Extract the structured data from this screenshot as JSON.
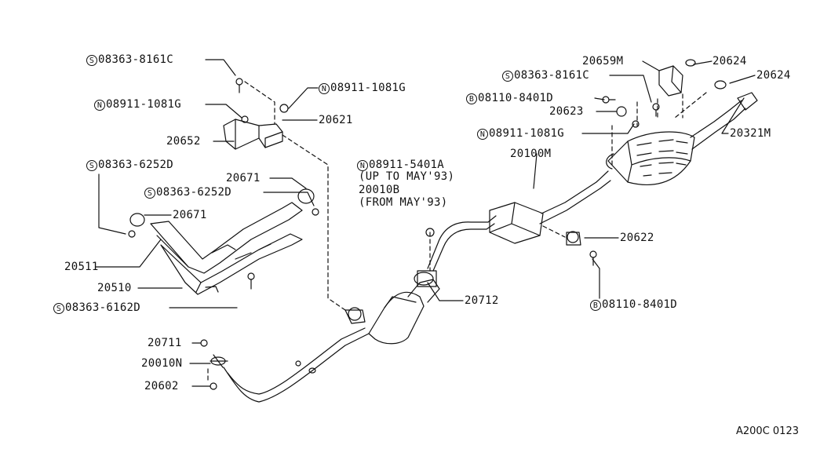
{
  "diagram_code": "A200C 0123",
  "labels": [
    {
      "id": "s-8161c-left",
      "prefix": "S",
      "text": "08363-8161C"
    },
    {
      "id": "n-1081g-mid",
      "prefix": "N",
      "text": "08911-1081G"
    },
    {
      "id": "n-1081g-left",
      "prefix": "N",
      "text": "08911-1081G"
    },
    {
      "id": "p-20621",
      "prefix": "",
      "text": "20621"
    },
    {
      "id": "p-20652",
      "prefix": "",
      "text": "20652"
    },
    {
      "id": "s-6252d-top",
      "prefix": "S",
      "text": "08363-6252D"
    },
    {
      "id": "p-20671-top",
      "prefix": "",
      "text": "20671"
    },
    {
      "id": "s-6252d-mid",
      "prefix": "S",
      "text": "08363-6252D"
    },
    {
      "id": "p-20671-bot",
      "prefix": "",
      "text": "20671"
    },
    {
      "id": "p-20511",
      "prefix": "",
      "text": "20511"
    },
    {
      "id": "p-20510",
      "prefix": "",
      "text": "20510"
    },
    {
      "id": "s-6162d",
      "prefix": "S",
      "text": "08363-6162D"
    },
    {
      "id": "n-5401a",
      "prefix": "N",
      "text": "08911-5401A"
    },
    {
      "id": "note-up-to",
      "prefix": "",
      "text": "(UP TO MAY'93)"
    },
    {
      "id": "p-20010b",
      "prefix": "",
      "text": "20010B"
    },
    {
      "id": "note-from",
      "prefix": "",
      "text": "(FROM MAY'93)"
    },
    {
      "id": "p-20100m",
      "prefix": "",
      "text": "20100M"
    },
    {
      "id": "p-20712",
      "prefix": "",
      "text": "20712"
    },
    {
      "id": "p-20711",
      "prefix": "",
      "text": "20711"
    },
    {
      "id": "p-20010n",
      "prefix": "",
      "text": "20010N"
    },
    {
      "id": "p-20602",
      "prefix": "",
      "text": "20602"
    },
    {
      "id": "p-20622",
      "prefix": "",
      "text": "20622"
    },
    {
      "id": "b-8401d-bot",
      "prefix": "B",
      "text": "08110-8401D"
    },
    {
      "id": "p-20659m",
      "prefix": "",
      "text": "20659M"
    },
    {
      "id": "p-20624-a",
      "prefix": "",
      "text": "20624"
    },
    {
      "id": "s-8161c-right",
      "prefix": "S",
      "text": "08363-8161C"
    },
    {
      "id": "p-20624-b",
      "prefix": "",
      "text": "20624"
    },
    {
      "id": "b-8401d-top",
      "prefix": "B",
      "text": "08110-8401D"
    },
    {
      "id": "p-20623",
      "prefix": "",
      "text": "20623"
    },
    {
      "id": "n-1081g-right",
      "prefix": "N",
      "text": "08911-1081G"
    },
    {
      "id": "p-20321m",
      "prefix": "",
      "text": "20321M"
    }
  ]
}
